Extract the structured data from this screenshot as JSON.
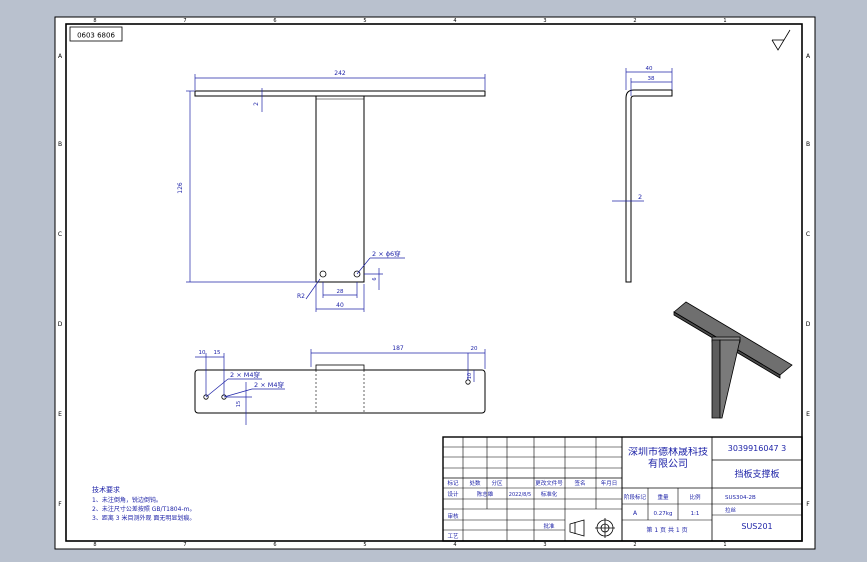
{
  "sheet": {
    "zone_rows": [
      "A",
      "B",
      "C",
      "D",
      "E",
      "F"
    ],
    "zone_cols": [
      "8",
      "7",
      "6",
      "5",
      "4",
      "3",
      "2",
      "1"
    ],
    "part_stamp": "0603 6806"
  },
  "front_view": {
    "dim_total_width": "242",
    "dim_height": "126",
    "dim_flange_thick": "2",
    "dim_bottom_inner": "28",
    "dim_bottom_outer": "40",
    "dim_radius": "R2",
    "dim_hole_offset": "6",
    "hole_callout": "2 × ϕ6穿"
  },
  "side_view": {
    "dim_outer": "40",
    "dim_inner": "38",
    "dim_thick": "2"
  },
  "top_view": {
    "dim_a": "10",
    "dim_b": "15",
    "dim_span": "187",
    "dim_end": "20",
    "dim_right_v": "10",
    "dim_left_v": "15",
    "hole_callout_1": "2 × M4穿",
    "hole_callout_2": "2 × M4穿"
  },
  "notes": {
    "title": "技术要求",
    "lines": [
      "1、未注倒角，锐边倒钝。",
      "2、未注尺寸公差按照 GB/T1804-m。",
      "3、距离 3 米目测外观 面无明显划痕。"
    ]
  },
  "title_block": {
    "company": "深圳市德林晟科技有限公司",
    "drawing_no": "3039916047 3",
    "part_name": "挡板支撑板",
    "row_labels": [
      "标记",
      "处数",
      "分区",
      "更改文件号",
      "签名",
      "年月日"
    ],
    "designer_label": "设计",
    "designer_name": "陈志雄",
    "date": "2022/8/5",
    "standardize_label": "标准化",
    "review_label": "审核",
    "process_label": "工艺",
    "approve_label": "批准",
    "stage_label": "阶段标记",
    "weight_label": "重量",
    "scale_label": "比例",
    "stage_value": "A",
    "weight_value": "0.27kg",
    "scale_value": "1:1",
    "material": "SUS304-2B",
    "surface": "拉丝",
    "sheet_info": "第 1 页 共 1 页",
    "version": "SUS201"
  }
}
